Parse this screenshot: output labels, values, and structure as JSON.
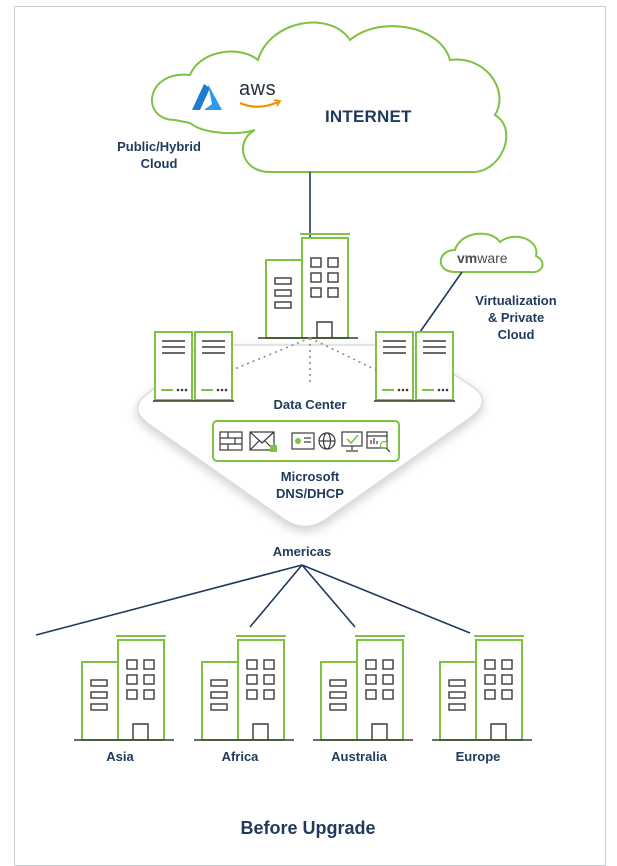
{
  "colors": {
    "accent": "#7dc242",
    "text": "#1f3a5c",
    "line": "#1f3a5c"
  },
  "cloud": {
    "internet_label": "INTERNET",
    "public_hybrid_label_1": "Public/Hybrid",
    "public_hybrid_label_2": "Cloud",
    "aws_logo": "aws",
    "azure_icon": "azure-logo-icon"
  },
  "vmware": {
    "logo_bold": "vm",
    "logo_rest": "ware",
    "label_1": "Virtualization",
    "label_2": "& Private",
    "label_3": "Cloud"
  },
  "datacenter": {
    "label": "Data Center",
    "services_label_1": "Microsoft",
    "services_label_2": "DNS/DHCP",
    "service_icons": [
      "firewall-icon",
      "email-icon",
      "id-card-icon",
      "globe-icon",
      "monitor-check-icon",
      "analytics-icon"
    ]
  },
  "hub": {
    "label": "Americas"
  },
  "branches": [
    {
      "label": "Asia"
    },
    {
      "label": "Africa"
    },
    {
      "label": "Australia"
    },
    {
      "label": "Europe"
    }
  ],
  "footer": {
    "title": "Before Upgrade"
  }
}
